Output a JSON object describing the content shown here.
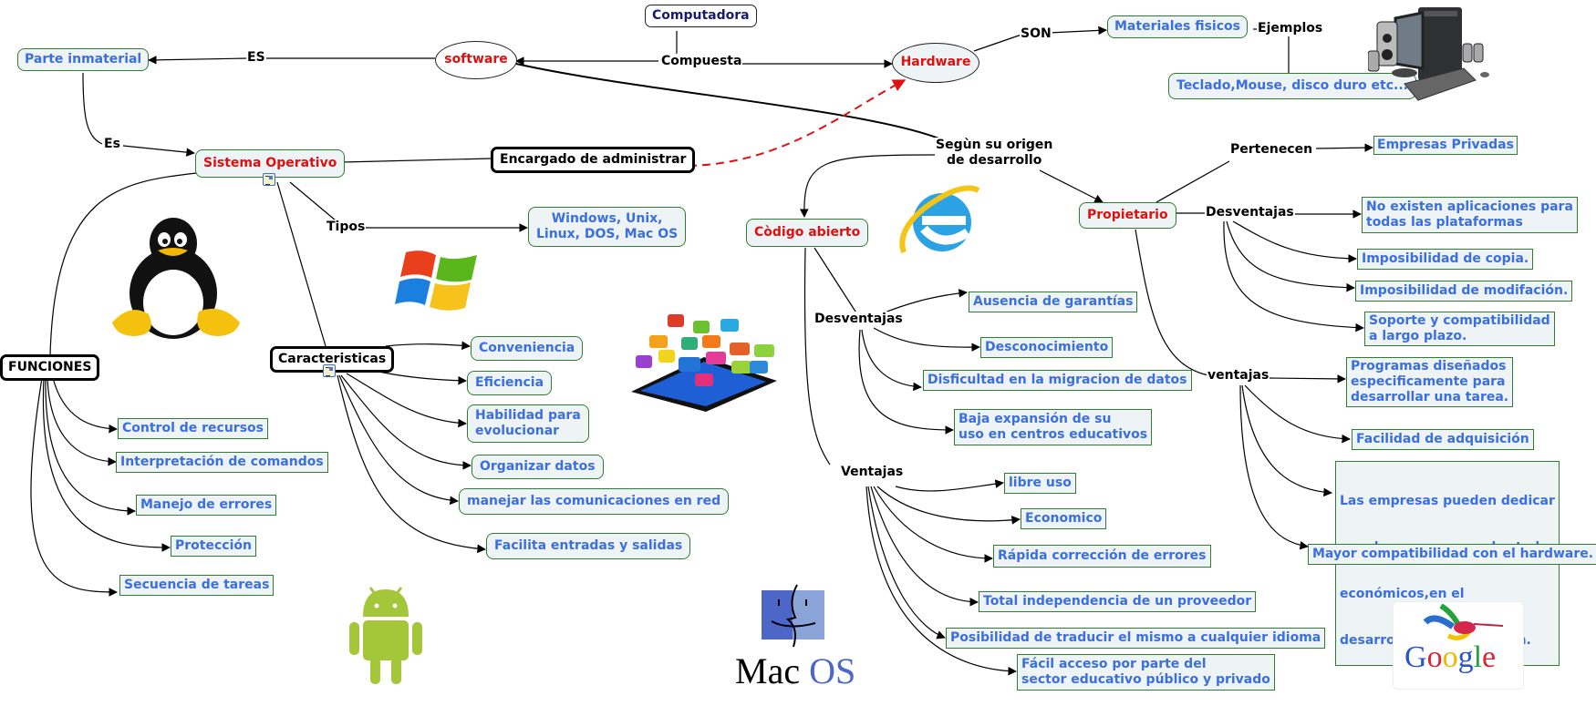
{
  "nodes": {
    "computadora": "Computadora",
    "software": "software",
    "hardware": "Hardware",
    "parte_inmaterial": "Parte inmaterial",
    "materiales_fisicos": "Materiales fisicos",
    "hardware_ejemplos": "Teclado,Mouse, disco duro etc...",
    "sistema_operativo": "Sistema Operativo",
    "encargado": "Encargado de administrar",
    "tipos_valor": [
      "Windows, Unix,",
      "Linux, DOS, Mac OS"
    ],
    "funciones": "FUNCIONES",
    "caracteristicas": "Caracteristicas",
    "codigo_abierto": "Còdigo abierto",
    "propietario": "Propietario",
    "empresas_privadas": "Empresas Privadas"
  },
  "link_labels": {
    "es_upper": "ES",
    "es_lower": "Es",
    "compuesta": "Compuesta",
    "son": "SON",
    "ejemplos": "Ejemplos",
    "tipos": "Tipos",
    "segun_origen": [
      "Segùn su origen",
      "de desarrollo"
    ],
    "pertenecen": "Pertenecen",
    "desventajas_prop": "Desventajas",
    "ventajas_prop": "ventajas",
    "desventajas_abierto": "Desventajas",
    "ventajas_abierto": "Ventajas"
  },
  "funciones_items": [
    "Control de recursos",
    "Interpretación de comandos",
    "Manejo de errores",
    "Protección",
    "Secuencia de tareas"
  ],
  "caracteristicas_items": [
    "Conveniencia",
    "Eficiencia",
    [
      "Habilidad para",
      "evolucionar"
    ],
    "Organizar datos",
    "manejar las comunicaciones en red",
    "Facilita entradas y salidas"
  ],
  "abierto_desventajas": [
    "Ausencia de garantías",
    "Desconocimiento",
    "Disficultad en la migracion de datos",
    [
      "Baja expansión de su",
      "uso en centros educativos"
    ]
  ],
  "abierto_ventajas": [
    "libre uso",
    "Economico",
    "Rápida corrección de errores",
    "Total independencia de un proveedor",
    "Posibilidad de traducir el mismo a cualquier idioma",
    [
      "Fácil acceso por parte del",
      "sector educativo público y privado"
    ]
  ],
  "propietario_desventajas": [
    [
      "No existen aplicaciones para",
      "todas las plataformas"
    ],
    "Imposibilidad de copia.",
    "Imposibilidad de modifación.",
    [
      "Soporte y compatibilidad",
      "a largo plazo."
    ]
  ],
  "propietario_ventajas": [
    [
      "Programas diseñados",
      "especificamente para",
      "desarrollar una tarea."
    ],
    "Facilidad de adquisición",
    [
      "Las empresas pueden dedicar",
      " muchos recursos, sobretodo",
      "económicos,en el",
      "desarrollo e investigación."
    ],
    "Mayor compatibilidad con el hardware."
  ],
  "images": {
    "macos_text_mac": "Mac",
    "macos_text_os": "OS",
    "google_text": "Google"
  },
  "colors": {
    "concept_text": "#3b6fe0",
    "key_text": "#e01010",
    "concept_border": "#2e7d32",
    "concept_fill": "#eef3f5",
    "dashed_link": "#e01010"
  }
}
